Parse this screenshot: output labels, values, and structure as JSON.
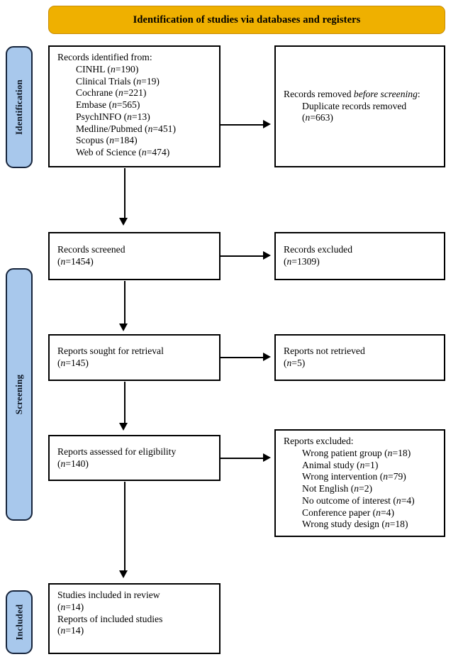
{
  "title": "Identification of studies via databases and registers",
  "phases": [
    {
      "id": "identification",
      "label": "Identification"
    },
    {
      "id": "screening",
      "label": "Screening"
    },
    {
      "id": "included",
      "label": "Included"
    }
  ],
  "boxes": {
    "identified": {
      "heading": "Records identified from:",
      "items": [
        {
          "label": "CINHL",
          "n": "190"
        },
        {
          "label": "Clinical Trials",
          "n": "19"
        },
        {
          "label": "Cochrane",
          "n": "221"
        },
        {
          "label": "Embase",
          "n": "565"
        },
        {
          "label": "PsychINFO",
          "n": "13"
        },
        {
          "label": "Medline/Pubmed",
          "n": "451"
        },
        {
          "label": "Scopus",
          "n": "184"
        },
        {
          "label": "Web of Science",
          "n": "474"
        }
      ]
    },
    "removed": {
      "heading_pre": "Records removed ",
      "heading_italic": "before screening",
      "heading_post": ":",
      "detail": "Duplicate records removed",
      "n": "663"
    },
    "screened": {
      "label": "Records screened",
      "n": "1454"
    },
    "excluded": {
      "label": "Records excluded",
      "n": "1309"
    },
    "sought": {
      "label": "Reports sought for retrieval",
      "n": "145"
    },
    "not_retrieved": {
      "label": "Reports not retrieved",
      "n": "5"
    },
    "assessed": {
      "label": "Reports assessed for eligibility",
      "n": "140"
    },
    "reports_excluded": {
      "heading": "Reports excluded:",
      "items": [
        {
          "label": "Wrong patient group",
          "n": "18"
        },
        {
          "label": "Animal study",
          "n": "1"
        },
        {
          "label": "Wrong intervention",
          "n": "79"
        },
        {
          "label": "Not English",
          "n": "2"
        },
        {
          "label": "No outcome of interest",
          "n": "4"
        },
        {
          "label": "Conference paper",
          "n": "4"
        },
        {
          "label": "Wrong study design",
          "n": "18"
        }
      ]
    },
    "included_final": {
      "line1": "Studies included in review",
      "n1": "14",
      "line2": "Reports of included studies",
      "n2": "14"
    }
  },
  "colors": {
    "banner_fill": "#EFB000",
    "banner_border": "#C78C06",
    "tab_fill": "#A8C8EC",
    "tab_border": "#16243B",
    "box_border": "#000000",
    "background": "#FFFFFF"
  }
}
